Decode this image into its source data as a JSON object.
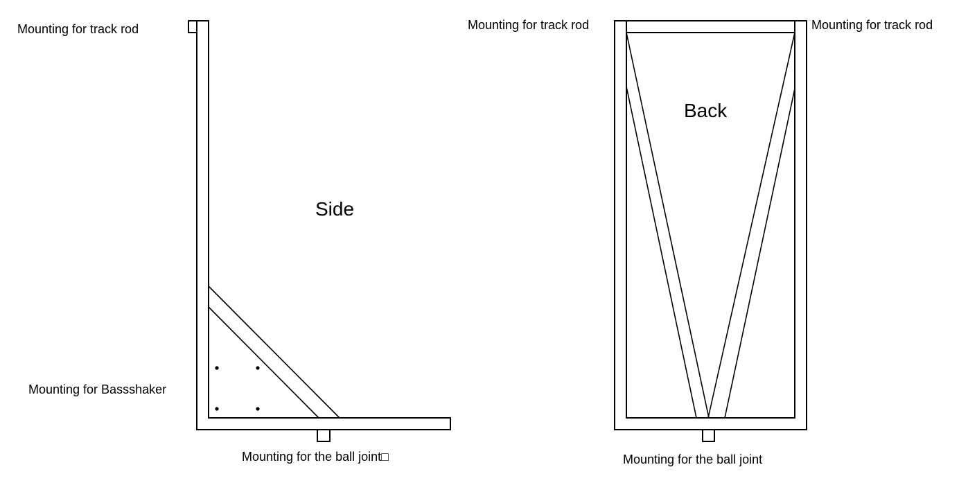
{
  "diagram": {
    "side_view": {
      "title": "Side",
      "labels": {
        "track_rod": "Mounting for track rod",
        "bassshaker": "Mounting for Bassshaker",
        "ball_joint": "Mounting for the ball joint□"
      },
      "bassshaker_mount_points": 4
    },
    "back_view": {
      "title": "Back",
      "labels": {
        "track_rod_left": "Mounting for track rod",
        "track_rod_right": "Mounting for track rod",
        "ball_joint": "Mounting for the ball joint"
      }
    },
    "colors": {
      "line": "#000000",
      "background": "#ffffff"
    }
  }
}
